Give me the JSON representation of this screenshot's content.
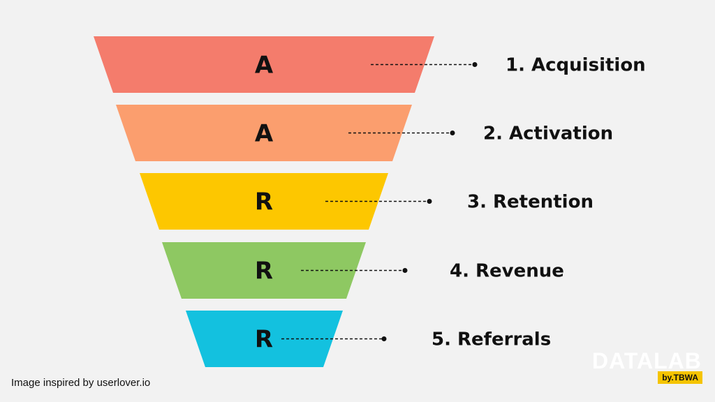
{
  "stages": [
    {
      "letter": "A",
      "label": "1. Acquisition",
      "color": "#f47c6c"
    },
    {
      "letter": "A",
      "label": "2. Activation",
      "color": "#fb9e6e"
    },
    {
      "letter": "R",
      "label": "3. Retention",
      "color": "#fdc700"
    },
    {
      "letter": "R",
      "label": "4. Revenue",
      "color": "#8ec862"
    },
    {
      "letter": "R",
      "label": "5. Referrals",
      "color": "#13c1df"
    }
  ],
  "caption": "Image inspired by userlover.io",
  "logo": {
    "main": "DATALAB",
    "sub": "by.TBWA",
    "accent": "#f5c400"
  }
}
